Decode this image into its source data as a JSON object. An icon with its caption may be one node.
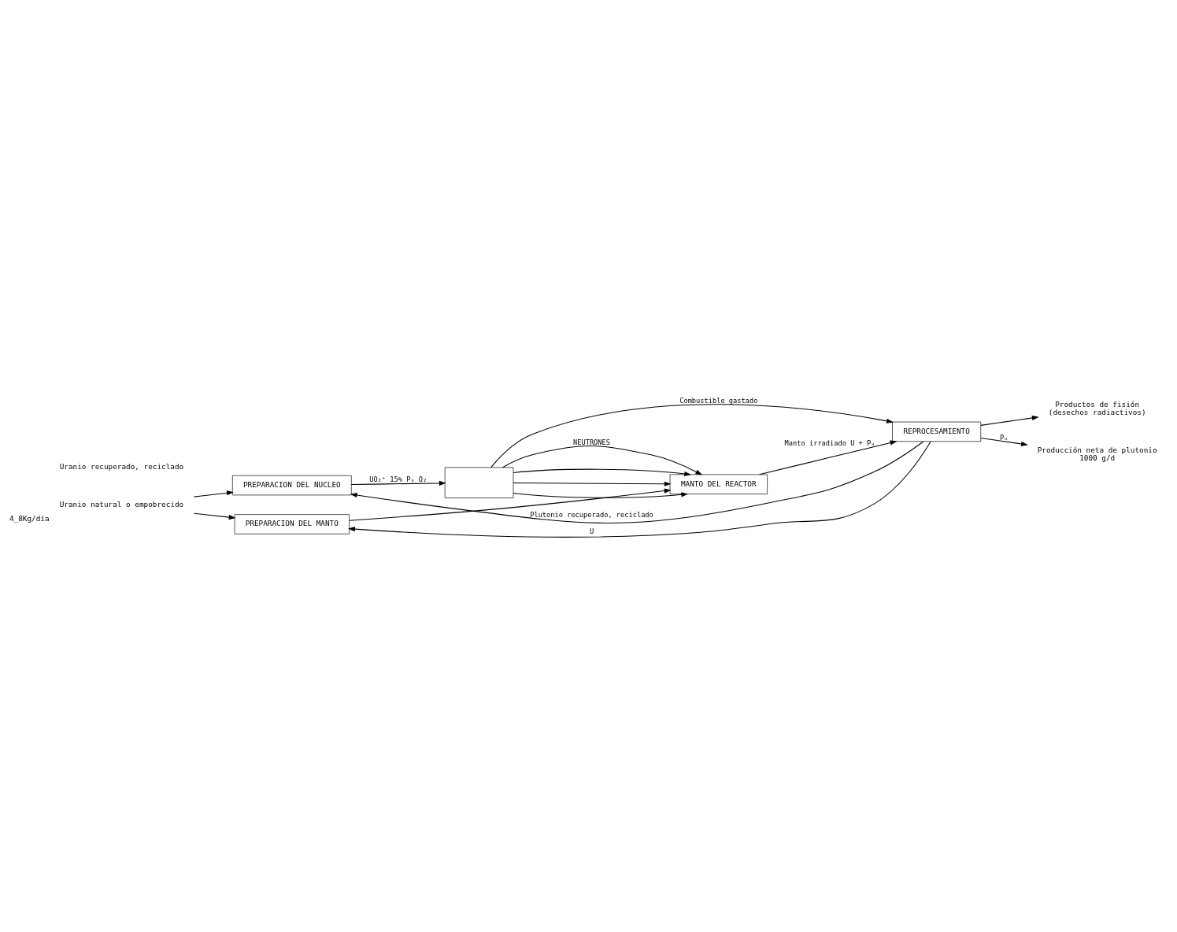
{
  "diagram": {
    "nodes": [
      {
        "text": [
          "PREPARACION DEL NUCLEO"
        ]
      },
      {
        "text": [],
        "shape": "box"
      },
      {
        "text": [
          "PREPARACION DEL MANTO"
        ]
      },
      {
        "text": [
          "MANTO DEL REACTOR"
        ]
      },
      {
        "text": [
          "REPROCESAMIENTO"
        ]
      },
      {
        "text": [
          "Uranio natural o empobrecido"
        ],
        "beside": [
          "4_8Kg/día"
        ]
      },
      {
        "text": [
          "Productos de fisión",
          "(desechos radiactivos)"
        ]
      },
      {
        "text": [
          "Producción neta de plutonio",
          "1000 g/d"
        ]
      }
    ],
    "edges": [
      {
        "from": 5,
        "to": 0,
        "arrow": "to"
      },
      {
        "from": 5,
        "to": 2,
        "arrow": "to"
      },
      {
        "from": 0,
        "to": 1,
        "arrow": "to",
        "label": "UO₂⁺ 15% Pᵤ O₂"
      },
      {
        "from": 2,
        "to": 3,
        "arrow": "to"
      },
      {
        "from": 1,
        "to": 3,
        "arrow": "to",
        "label": "NEUTRONES"
      },
      {
        "from": 1,
        "to": 3,
        "arrow": "to"
      },
      {
        "from": 1,
        "to": 3,
        "arrow": "to"
      },
      {
        "from": 1,
        "to": 3,
        "arrow": "to"
      },
      {
        "from": 1,
        "to": 4,
        "arrow": "to",
        "label": "Combustible gastado"
      },
      {
        "from": 3,
        "to": 4,
        "arrow": "to",
        "label": "Manto irradiado U + Pᵤ"
      },
      {
        "from": 4,
        "to": 6,
        "arrow": "to"
      },
      {
        "from": 4,
        "to": 7,
        "arrow": "to",
        "label": "Pᵤ"
      },
      {
        "from": 4,
        "to": 0,
        "arrow": "to",
        "label": "Plutonio recuperado, reciclado"
      },
      {
        "from": 4,
        "to": 2,
        "arrow": "to",
        "label": "U"
      }
    ],
    "labels": [
      "Uranio recuperado, reciclado"
    ]
  }
}
